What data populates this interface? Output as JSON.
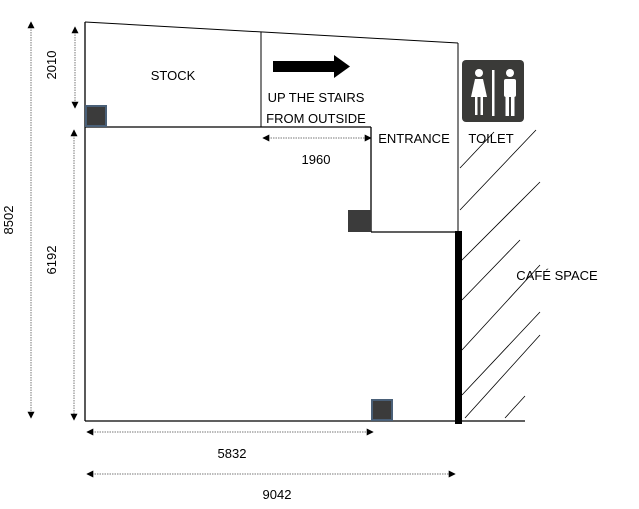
{
  "labels": {
    "stock": "STOCK",
    "stairs_line1": "UP THE STAIRS",
    "stairs_line2": "FROM OUTSIDE",
    "entrance": "ENTRANCE",
    "toilet": "TOILET",
    "cafe_space": "CAFÉ SPACE"
  },
  "dimensions": {
    "total_depth": "8502",
    "stock_depth": "2010",
    "main_depth": "6192",
    "entrance_width": "1960",
    "pillar_offset": "5832",
    "total_width": "9042"
  },
  "icons": {
    "toilet_sign": "restroom-icon",
    "direction_arrow": "arrow-right-icon"
  },
  "colors": {
    "pillar": "#3b3b3b",
    "pillar_border": "#4a6078",
    "toilet_sign_bg": "#3a3a38"
  }
}
